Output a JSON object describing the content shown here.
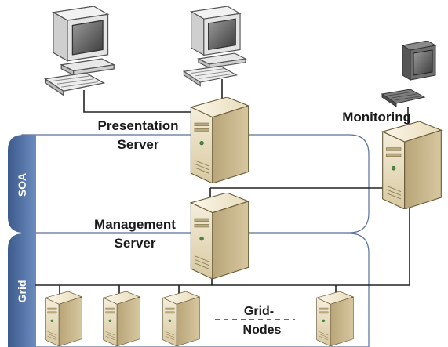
{
  "layers": {
    "soa": "SOA",
    "grid": "Grid"
  },
  "labels": {
    "presentation_line1": "Presentation",
    "presentation_line2": "Server",
    "management_line1": "Management",
    "management_line2": "Server",
    "monitoring": "Monitoring",
    "gridnodes_line1": "Grid-",
    "gridnodes_line2": "Nodes"
  },
  "colors": {
    "layer_tab": "#4a6a9e",
    "layer_border": "#5a6f99",
    "server_front": "#ece2c6",
    "server_side": "#c9b98e",
    "monitor_dark": "#6b6b6b"
  },
  "icons": [
    "client-workstation-icon",
    "server-tower-icon",
    "monitoring-workstation-icon"
  ]
}
